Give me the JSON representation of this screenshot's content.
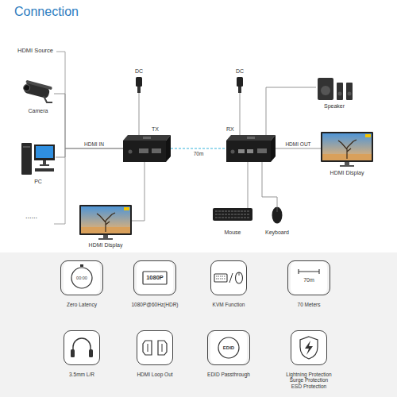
{
  "diagram": {
    "title": "Connection",
    "nodes": [
      {
        "text": [
          "Camera"
        ]
      },
      {
        "text": [
          "PC"
        ]
      },
      {
        "text": [
          "DC"
        ]
      },
      {
        "text": [
          "TX"
        ]
      },
      {
        "text": [
          "DC"
        ]
      },
      {
        "text": [
          "RX"
        ]
      },
      {
        "text": [
          "Speaker"
        ]
      },
      {
        "text": [
          "HDMI Display"
        ]
      },
      {
        "text": [
          "HDMI Display"
        ]
      },
      {
        "text": [
          "Mouse"
        ]
      },
      {
        "text": [
          "Keyboard"
        ]
      },
      {
        "text": [
          "00:00",
          "Zero Latency"
        ]
      },
      {
        "text": [
          "1080P",
          "1080P@60Hz(HDR)"
        ]
      },
      {
        "text": [
          "KVM Function"
        ]
      },
      {
        "text": [
          "70m",
          "70 Meters"
        ]
      },
      {
        "text": [
          "3.5mm L/R"
        ]
      },
      {
        "text": [
          "HDMI Loop Out"
        ]
      },
      {
        "text": [
          "EDID",
          "EDID Passthrough"
        ]
      },
      {
        "text": [
          "Lightning Protection Surge Protection ESD Protection"
        ]
      }
    ],
    "edges": [
      {
        "from": 0,
        "to": 3,
        "arrow": "none"
      },
      {
        "from": 1,
        "to": 3,
        "label": "HDMI IN",
        "arrow": "none"
      },
      {
        "from": 2,
        "to": 3,
        "arrow": "none"
      },
      {
        "from": 4,
        "to": 5,
        "arrow": "none"
      },
      {
        "from": 3,
        "to": 5,
        "label": "70m",
        "arrow": "none"
      },
      {
        "from": 5,
        "to": 7,
        "label": "HDMI OUT",
        "arrow": "none"
      },
      {
        "from": 3,
        "to": 8,
        "arrow": "none"
      },
      {
        "from": 5,
        "to": 6,
        "arrow": "none"
      },
      {
        "from": 5,
        "to": 9,
        "arrow": "none"
      },
      {
        "from": 5,
        "to": 10,
        "arrow": "none"
      }
    ],
    "labels": [
      "HDMI Source",
      "......"
    ]
  }
}
